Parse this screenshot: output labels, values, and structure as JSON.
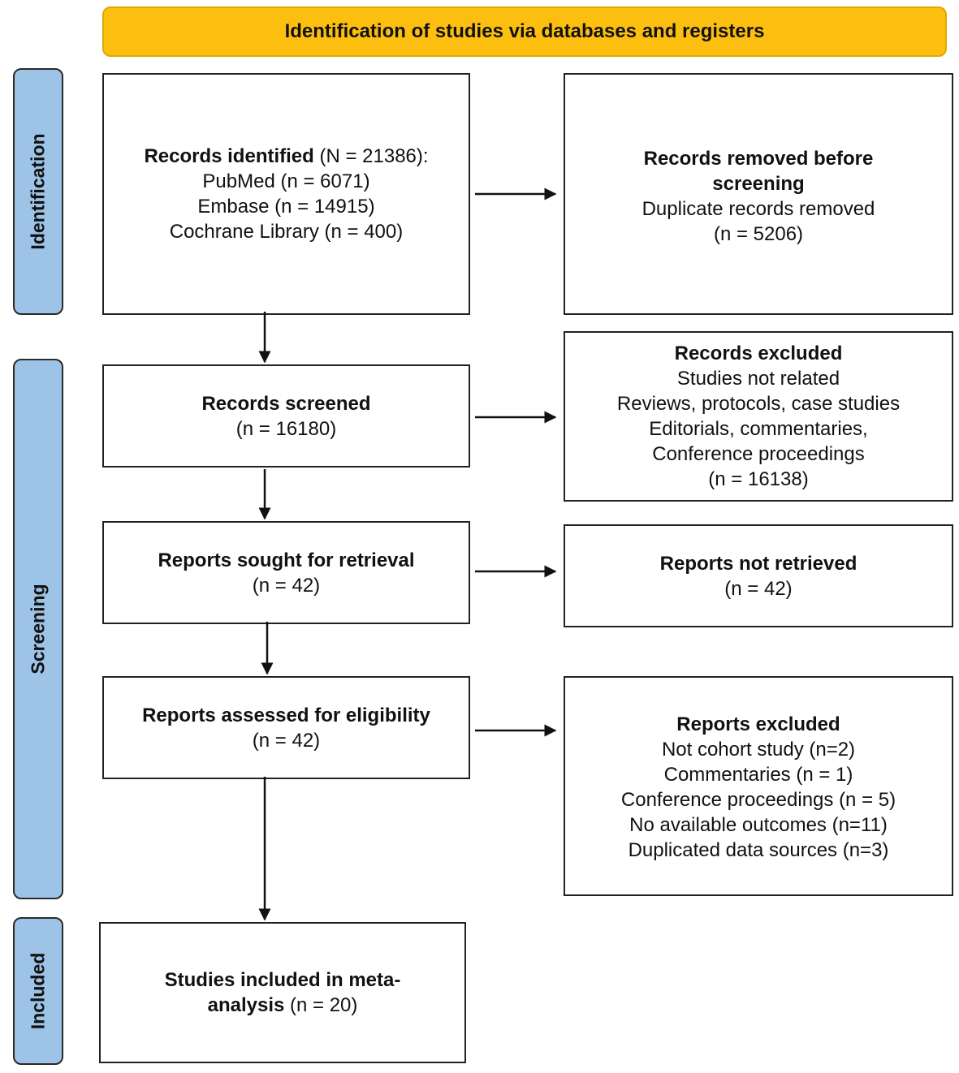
{
  "banner": {
    "title": "Identification of studies via databases and registers"
  },
  "phases": {
    "identification": "Identification",
    "screening": "Screening",
    "included": "Included"
  },
  "records_identified": {
    "heading": "Records identified",
    "total": " (N = 21386):",
    "sources": [
      "PubMed (n = 6071)",
      "Embase (n = 14915)",
      "Cochrane Library (n = 400)"
    ]
  },
  "records_removed": {
    "heading_line1": "Records removed before",
    "heading_line2": "screening",
    "detail": "Duplicate records removed",
    "count": "(n = 5206)"
  },
  "records_screened": {
    "heading": "Records screened",
    "count": "(n = 16180)"
  },
  "records_excluded": {
    "heading": "Records excluded",
    "lines": [
      "Studies not related",
      "Reviews, protocols, case studies",
      "Editorials, commentaries,",
      "Conference proceedings",
      "(n = 16138)"
    ]
  },
  "reports_sought": {
    "heading": "Reports sought for retrieval",
    "count": "(n = 42)"
  },
  "reports_not_retrieved": {
    "heading": "Reports not retrieved",
    "count": "(n = 42)"
  },
  "reports_assessed": {
    "heading": "Reports assessed for eligibility",
    "count": "(n = 42)"
  },
  "reports_excluded": {
    "heading": "Reports excluded",
    "lines": [
      "Not cohort study (n=2)",
      "Commentaries (n = 1)",
      "Conference proceedings (n = 5)",
      "No available outcomes (n=11)",
      "Duplicated data sources (n=3)"
    ]
  },
  "studies_included": {
    "heading_line1": "Studies included in meta-",
    "heading_line2": "analysis",
    "count": " (n = 20)"
  }
}
